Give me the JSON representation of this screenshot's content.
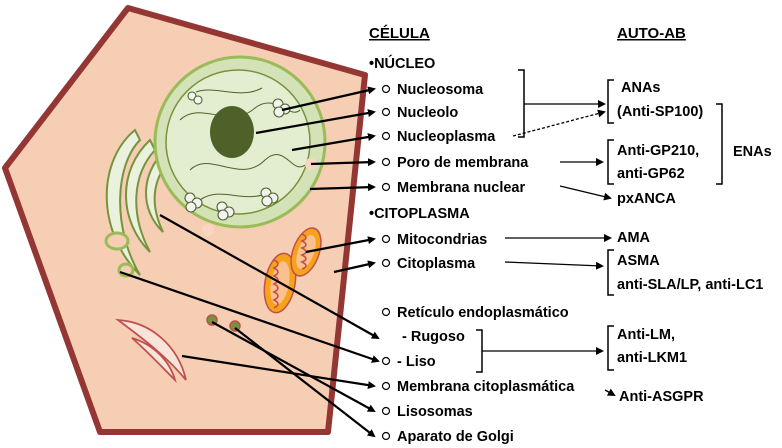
{
  "headers": {
    "cell": "CÉLULA",
    "autoab": "AUTO-AB"
  },
  "sections": {
    "nucleus": "NÚCLEO",
    "cytoplasm": "CITOPLASMA"
  },
  "structures": {
    "nucleosome": "Nucleosoma",
    "nucleolus": "Nucleolo",
    "nucleoplasm": "Nucleoplasma",
    "pore": "Poro de membrana",
    "nuclear_membrane": "Membrana nuclear",
    "mitochondria": "Mitocondrias",
    "cytoplasm": "Citoplasma",
    "er": "Retículo endoplasmático",
    "rough": "- Rugoso",
    "smooth": "- Liso",
    "cell_membrane": "Membrana citoplasmática",
    "lysosomes": "Lisosomas",
    "golgi": "Aparato de Golgi"
  },
  "autoantibodies": {
    "anas": "ANAs",
    "anti_sp100": "(Anti-SP100)",
    "enas": "ENAs",
    "anti_gp210": "Anti-GP210,",
    "anti_gp62": "anti-GP62",
    "pxanca": "pxANCA",
    "ama": "AMA",
    "asma": "ASMA",
    "anti_sla": "anti-SLA/LP, anti-LC1",
    "anti_lm": "Anti-LM,",
    "anti_lkm1": "anti-LKM1",
    "anti_asgpr": "Anti-ASGPR"
  },
  "colors": {
    "cell_fill": "#F6CEB4",
    "cell_outline": "#943634",
    "nucleus_outer": "#D4E2B8",
    "nucleus_inner": "#E3EDCF",
    "nucleolus": "#4E6128",
    "mitochondria": "#F7A21B",
    "crista": "#C0504D"
  }
}
